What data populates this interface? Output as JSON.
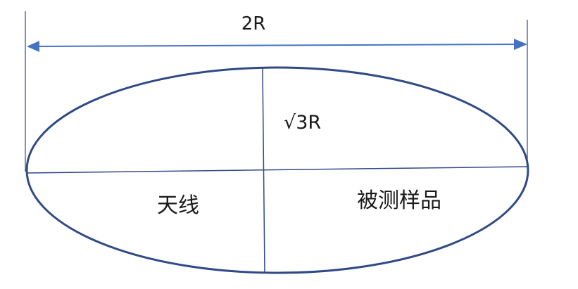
{
  "diagram": {
    "dimension_label": "2R",
    "axis_label": "√3R",
    "left_label": "天线",
    "right_label": "被测样品"
  },
  "colors": {
    "ellipse_stroke": "#2F4A86",
    "dimension_arrow": "#4472C4",
    "guide_lines": "#2F4A86",
    "text": "#1a1a1a"
  }
}
